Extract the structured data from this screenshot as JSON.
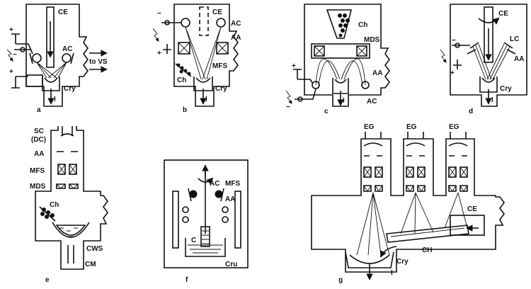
{
  "panels": {
    "a": {
      "letter": "a",
      "labels": {
        "ce": "CE",
        "ac": "AC",
        "cry": "Cry",
        "i": "I",
        "vs": "to VS",
        "plus1": "+",
        "minus": "−",
        "plus2": "+"
      }
    },
    "b": {
      "letter": "b",
      "labels": {
        "ce": "CE",
        "ac": "AC",
        "aa": "AA",
        "mfs": "MFS",
        "ch": "Ch",
        "cry": "Cry",
        "i": "I",
        "minus": "−",
        "plus": "+"
      }
    },
    "c": {
      "letter": "c",
      "labels": {
        "ch": "Ch",
        "mds": "MDS",
        "aa": "AA",
        "ac": "AC",
        "i": "I",
        "plus": "+",
        "minus": "−"
      }
    },
    "d": {
      "letter": "d",
      "labels": {
        "ce": "CE",
        "lc": "LC",
        "aa": "AA",
        "cry": "Cry",
        "i": "I",
        "minus": "−",
        "plus": "+"
      }
    },
    "e": {
      "letter": "e",
      "labels": {
        "sc": "SC",
        "dc": "(DC)",
        "aa": "AA",
        "mfs": "MFS",
        "mds": "MDS",
        "ch": "Ch",
        "cws": "CWS",
        "cm": "CM"
      }
    },
    "f": {
      "letter": "f",
      "labels": {
        "ac": "AC",
        "mfs": "MFS",
        "aa": "AA",
        "c": "C",
        "cru": "Cru"
      }
    },
    "g": {
      "letter": "g",
      "labels": {
        "eg1": "EG",
        "eg2": "EG",
        "eg3": "EG",
        "ce": "CE",
        "ch": "CH",
        "cry": "Cry",
        "i": "I"
      }
    }
  }
}
